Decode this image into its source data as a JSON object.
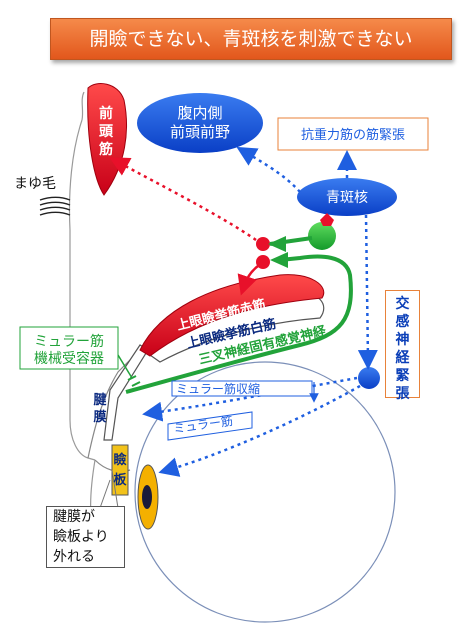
{
  "title": "開瞼できない、青斑核を刺激できない",
  "labels": {
    "frontalis": [
      "前",
      "頭",
      "筋"
    ],
    "vmpfc": [
      "腹内側",
      "前頭前野"
    ],
    "antigravity": "抗重力筋の筋緊張",
    "locus_coeruleus": "青斑核",
    "eyebrow": "まゆ毛",
    "sympathetic": [
      "交",
      "感",
      "神",
      "経",
      "緊",
      "張"
    ],
    "muller_receptor": [
      "ミュラー筋",
      "機械受容器"
    ],
    "levator_red": "上眼瞼挙筋赤筋",
    "levator_white": "上眼瞼挙筋白筋",
    "trigeminal": "三叉神経固有感覚神経",
    "aponeurosis": [
      "腱",
      "膜"
    ],
    "muller_contraction": "ミュラー筋収縮",
    "muller_muscle": "ミュラー筋",
    "tarsus": [
      "瞼",
      "板"
    ],
    "note": [
      "腱膜が",
      "瞼板より",
      "外れる"
    ]
  },
  "colors": {
    "title_bg": "#e8661f",
    "red_muscle": "#e8102a",
    "blue_node": "#1659e0",
    "green_nerve": "#22a33a",
    "dark_text": "#0b2a80",
    "tarsus": "#f2c21a"
  }
}
